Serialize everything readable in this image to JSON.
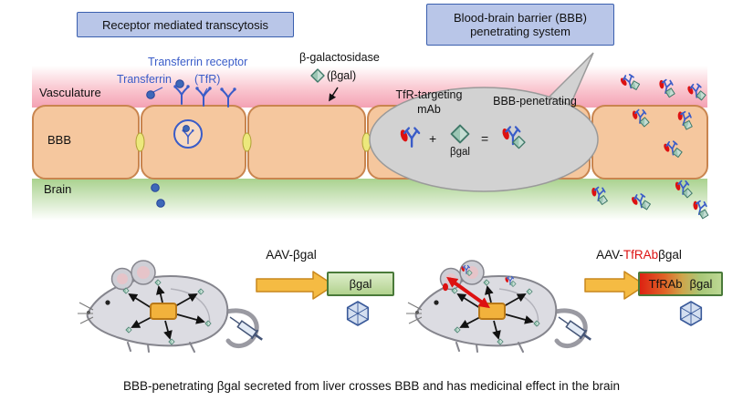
{
  "header": {
    "left_box_label": "Receptor mediated transcytosis",
    "right_box_line1": "Blood-brain barrier (BBB)",
    "right_box_line2": "penetrating system"
  },
  "band_labels": {
    "vasculature": "Vasculature",
    "bbb": "BBB",
    "brain": "Brain"
  },
  "molecule_labels": {
    "transferrin_receptor": "Transferrin receptor",
    "transferrin": "Transferrin",
    "tfr_abbr": "(TfR)",
    "beta_galactosidase": "β-galactosidase",
    "beta_gal_abbr": "(βgal)"
  },
  "balloon": {
    "mab_line1": "TfR-targeting",
    "mab_line2": "mAb",
    "conjugate_label": "BBB-penetrating",
    "plus_sign": "+",
    "equals_sign": "=",
    "bgal_caption": "βgal"
  },
  "constructs": {
    "left_title": "AAV-βgal",
    "left_box_label": "βgal",
    "right_title_prefix": "AAV-",
    "right_title_red": "TfRAb",
    "right_title_suffix": "βgal",
    "right_box_red_label": "TfRAb",
    "right_box_green_label": "βgal"
  },
  "caption": "BBB-penetrating βgal secreted from liver crosses BBB and has medicinal effect in the brain",
  "colors": {
    "header_box_fill": "#b9c6e8",
    "header_box_border": "#3a5fae",
    "blue_label": "#3a5cc8",
    "cell_fill": "#f5c79e",
    "cell_border": "#c9854f",
    "vasculature_pink": "#f4a2b4",
    "brain_green": "#a9d18e",
    "junction_yellow": "#ece87c",
    "balloon_gray": "#d2d2d2",
    "accent_red": "#dd1111",
    "arrow_yellow": "#f5bb43",
    "bgal_green": "#9cc6b4"
  }
}
